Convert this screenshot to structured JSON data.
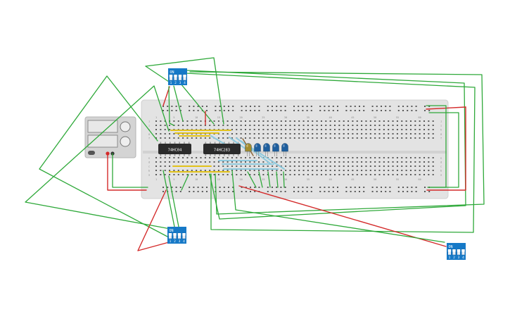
{
  "colors": {
    "background": "#ffffff",
    "breadboard": "#e3e3e3",
    "wire_green": "#2fa93a",
    "wire_red": "#d42b2b",
    "wire_yellow": "#e2c21a",
    "wire_cyan": "#8ec9dd",
    "dip_switch": "#1679c7",
    "chip": "#2b2b2b",
    "led_blue": "#1f5f9e",
    "led_yellow": "#a38d2e",
    "power_supply": "#d4d4d4"
  },
  "components": {
    "chip_left": {
      "label": "74HC04"
    },
    "chip_right": {
      "label": "74HC283"
    },
    "dip_switch_top": {
      "on_label": "ON",
      "pins": [
        "1",
        "2",
        "3",
        "4"
      ]
    },
    "dip_switch_bottom": {
      "on_label": "ON",
      "pins": [
        "1",
        "2",
        "3",
        "4"
      ]
    },
    "dip_switch_right": {
      "on_label": "ON",
      "pins": [
        "1",
        "2",
        "3",
        "4"
      ]
    },
    "leds": {
      "count": 5,
      "colors": [
        "yellow",
        "blue",
        "blue",
        "blue",
        "blue"
      ]
    }
  },
  "breadboard": {
    "column_labels": [
      "1",
      "5",
      "10",
      "15",
      "20",
      "25",
      "30",
      "35",
      "40",
      "45",
      "50",
      "55",
      "60"
    ],
    "row_labels_top": [
      "j",
      "i",
      "h",
      "g",
      "f"
    ],
    "row_labels_bottom": [
      "e",
      "d",
      "c",
      "b",
      "a"
    ]
  }
}
